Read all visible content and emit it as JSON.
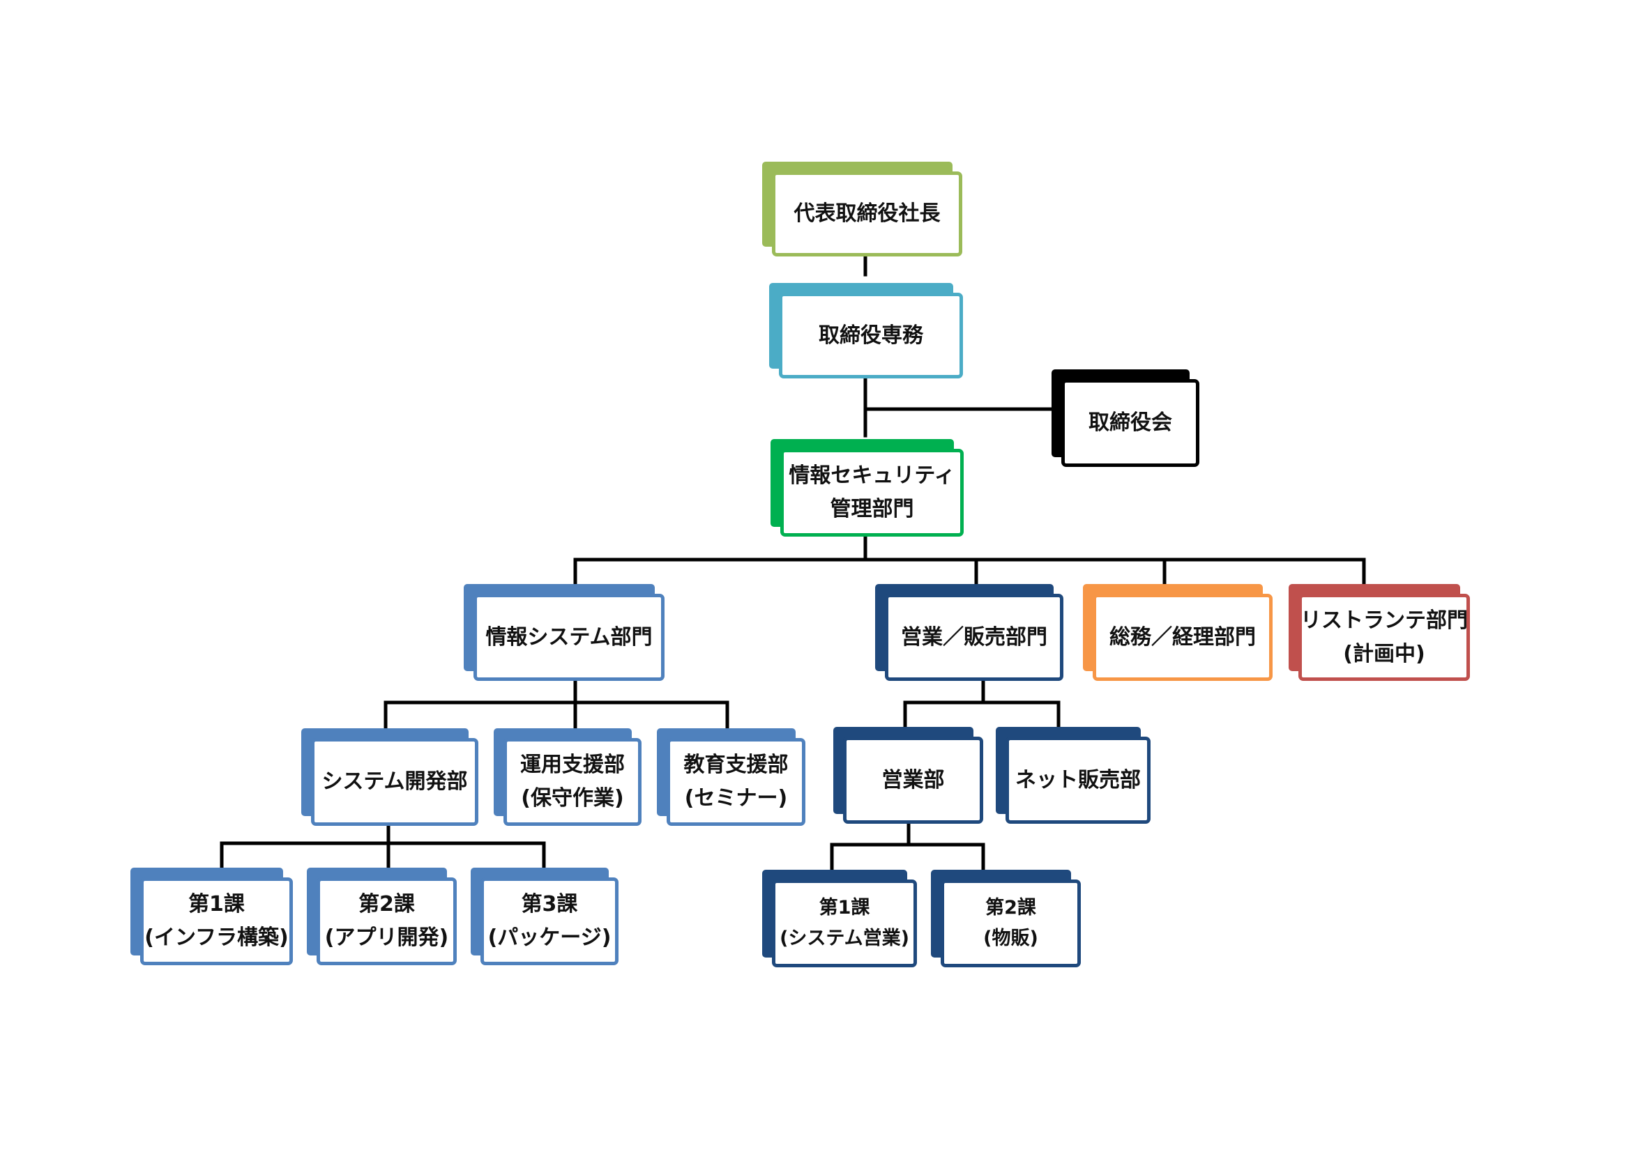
{
  "colors": {
    "green_light": "#9bbb59",
    "teal": "#4bacc6",
    "black": "#000000",
    "green": "#00b050",
    "blue_mid": "#4f81bd",
    "navy": "#1f497d",
    "orange": "#f79646",
    "red": "#c0504d",
    "connector": "#000000"
  },
  "nodes": {
    "ceo": {
      "line1": "代表取締役社長",
      "line2": ""
    },
    "managing_director": {
      "line1": "取締役専務",
      "line2": ""
    },
    "board": {
      "line1": "取締役会",
      "line2": ""
    },
    "infosec": {
      "line1": "情報セキュリティ",
      "line2": "管理部門"
    },
    "info_system": {
      "line1": "情報システム部門",
      "line2": ""
    },
    "sales_div": {
      "line1": "営業／販売部門",
      "line2": ""
    },
    "general_affairs": {
      "line1": "総務／経理部門",
      "line2": ""
    },
    "ristorante": {
      "line1": "リストランテ部門",
      "line2": "(計画中)"
    },
    "system_dev": {
      "line1": "システム開発部",
      "line2": ""
    },
    "ops_support": {
      "line1": "運用支援部",
      "line2": "(保守作業)"
    },
    "edu_support": {
      "line1": "教育支援部",
      "line2": "(セミナー)"
    },
    "sales_dept": {
      "line1": "営業部",
      "line2": ""
    },
    "net_sales": {
      "line1": "ネット販売部",
      "line2": ""
    },
    "sd_sec1": {
      "line1": "第1課",
      "line2": "(インフラ構築)"
    },
    "sd_sec2": {
      "line1": "第2課",
      "line2": "(アプリ開発)"
    },
    "sd_sec3": {
      "line1": "第3課",
      "line2": "(パッケージ)"
    },
    "sales_sec1": {
      "line1": "第1課",
      "line2": "(システム営業)"
    },
    "sales_sec2": {
      "line1": "第2課",
      "line2": "(物販)"
    }
  }
}
